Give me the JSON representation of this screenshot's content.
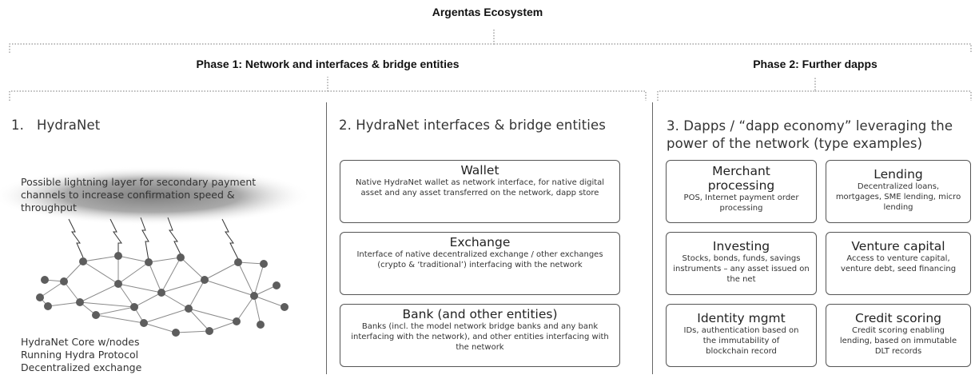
{
  "title": "Argentas Ecosystem",
  "phase1": {
    "title": "Phase 1: Network and interfaces & bridge entities"
  },
  "phase2": {
    "title": "Phase 2: Further dapps"
  },
  "col1": {
    "title": "1.   HydraNet",
    "lightning": "Possible lightning layer for secondary payment channels to increase confirmation speed & throughput",
    "core_lines": [
      "HydraNet Core w/nodes",
      "Running Hydra Protocol",
      "Decentralized exchange"
    ]
  },
  "col2": {
    "title": "2. HydraNet interfaces & bridge entities",
    "boxes": [
      {
        "title": "Wallet",
        "desc": "Native HydraNet wallet as network interface, for native digital asset and any asset transferred on the network, dapp store"
      },
      {
        "title": "Exchange",
        "desc": "Interface of native decentralized exchange / other exchanges (crypto & ‘traditional’) interfacing with the network"
      },
      {
        "title": "Bank (and other entities)",
        "desc": "Banks (incl. the model network bridge banks and any bank interfacing with the network), and other entities interfacing with the network"
      }
    ]
  },
  "col3": {
    "title_line1": "3. Dapps / “dapp economy” leveraging the",
    "title_line2": "power of the network (type examples)",
    "boxes": [
      {
        "title_line1": "Merchant",
        "title_line2": "processing",
        "desc": "POS, Internet payment order processing"
      },
      {
        "title": "Lending",
        "desc": "Decentralized loans, mortgages, SME lending, micro lending"
      },
      {
        "title": "Investing",
        "desc": "Stocks, bonds, funds, savings instruments – any asset issued on the net"
      },
      {
        "title": "Venture capital",
        "desc": "Access to venture capital, venture debt, seed financing"
      },
      {
        "title": "Identity mgmt",
        "desc": "IDs, authentication based on the immutability of blockchain record"
      },
      {
        "title": "Credit scoring",
        "desc": "Credit scoring enabling lending, based on immutable DLT records"
      }
    ]
  }
}
